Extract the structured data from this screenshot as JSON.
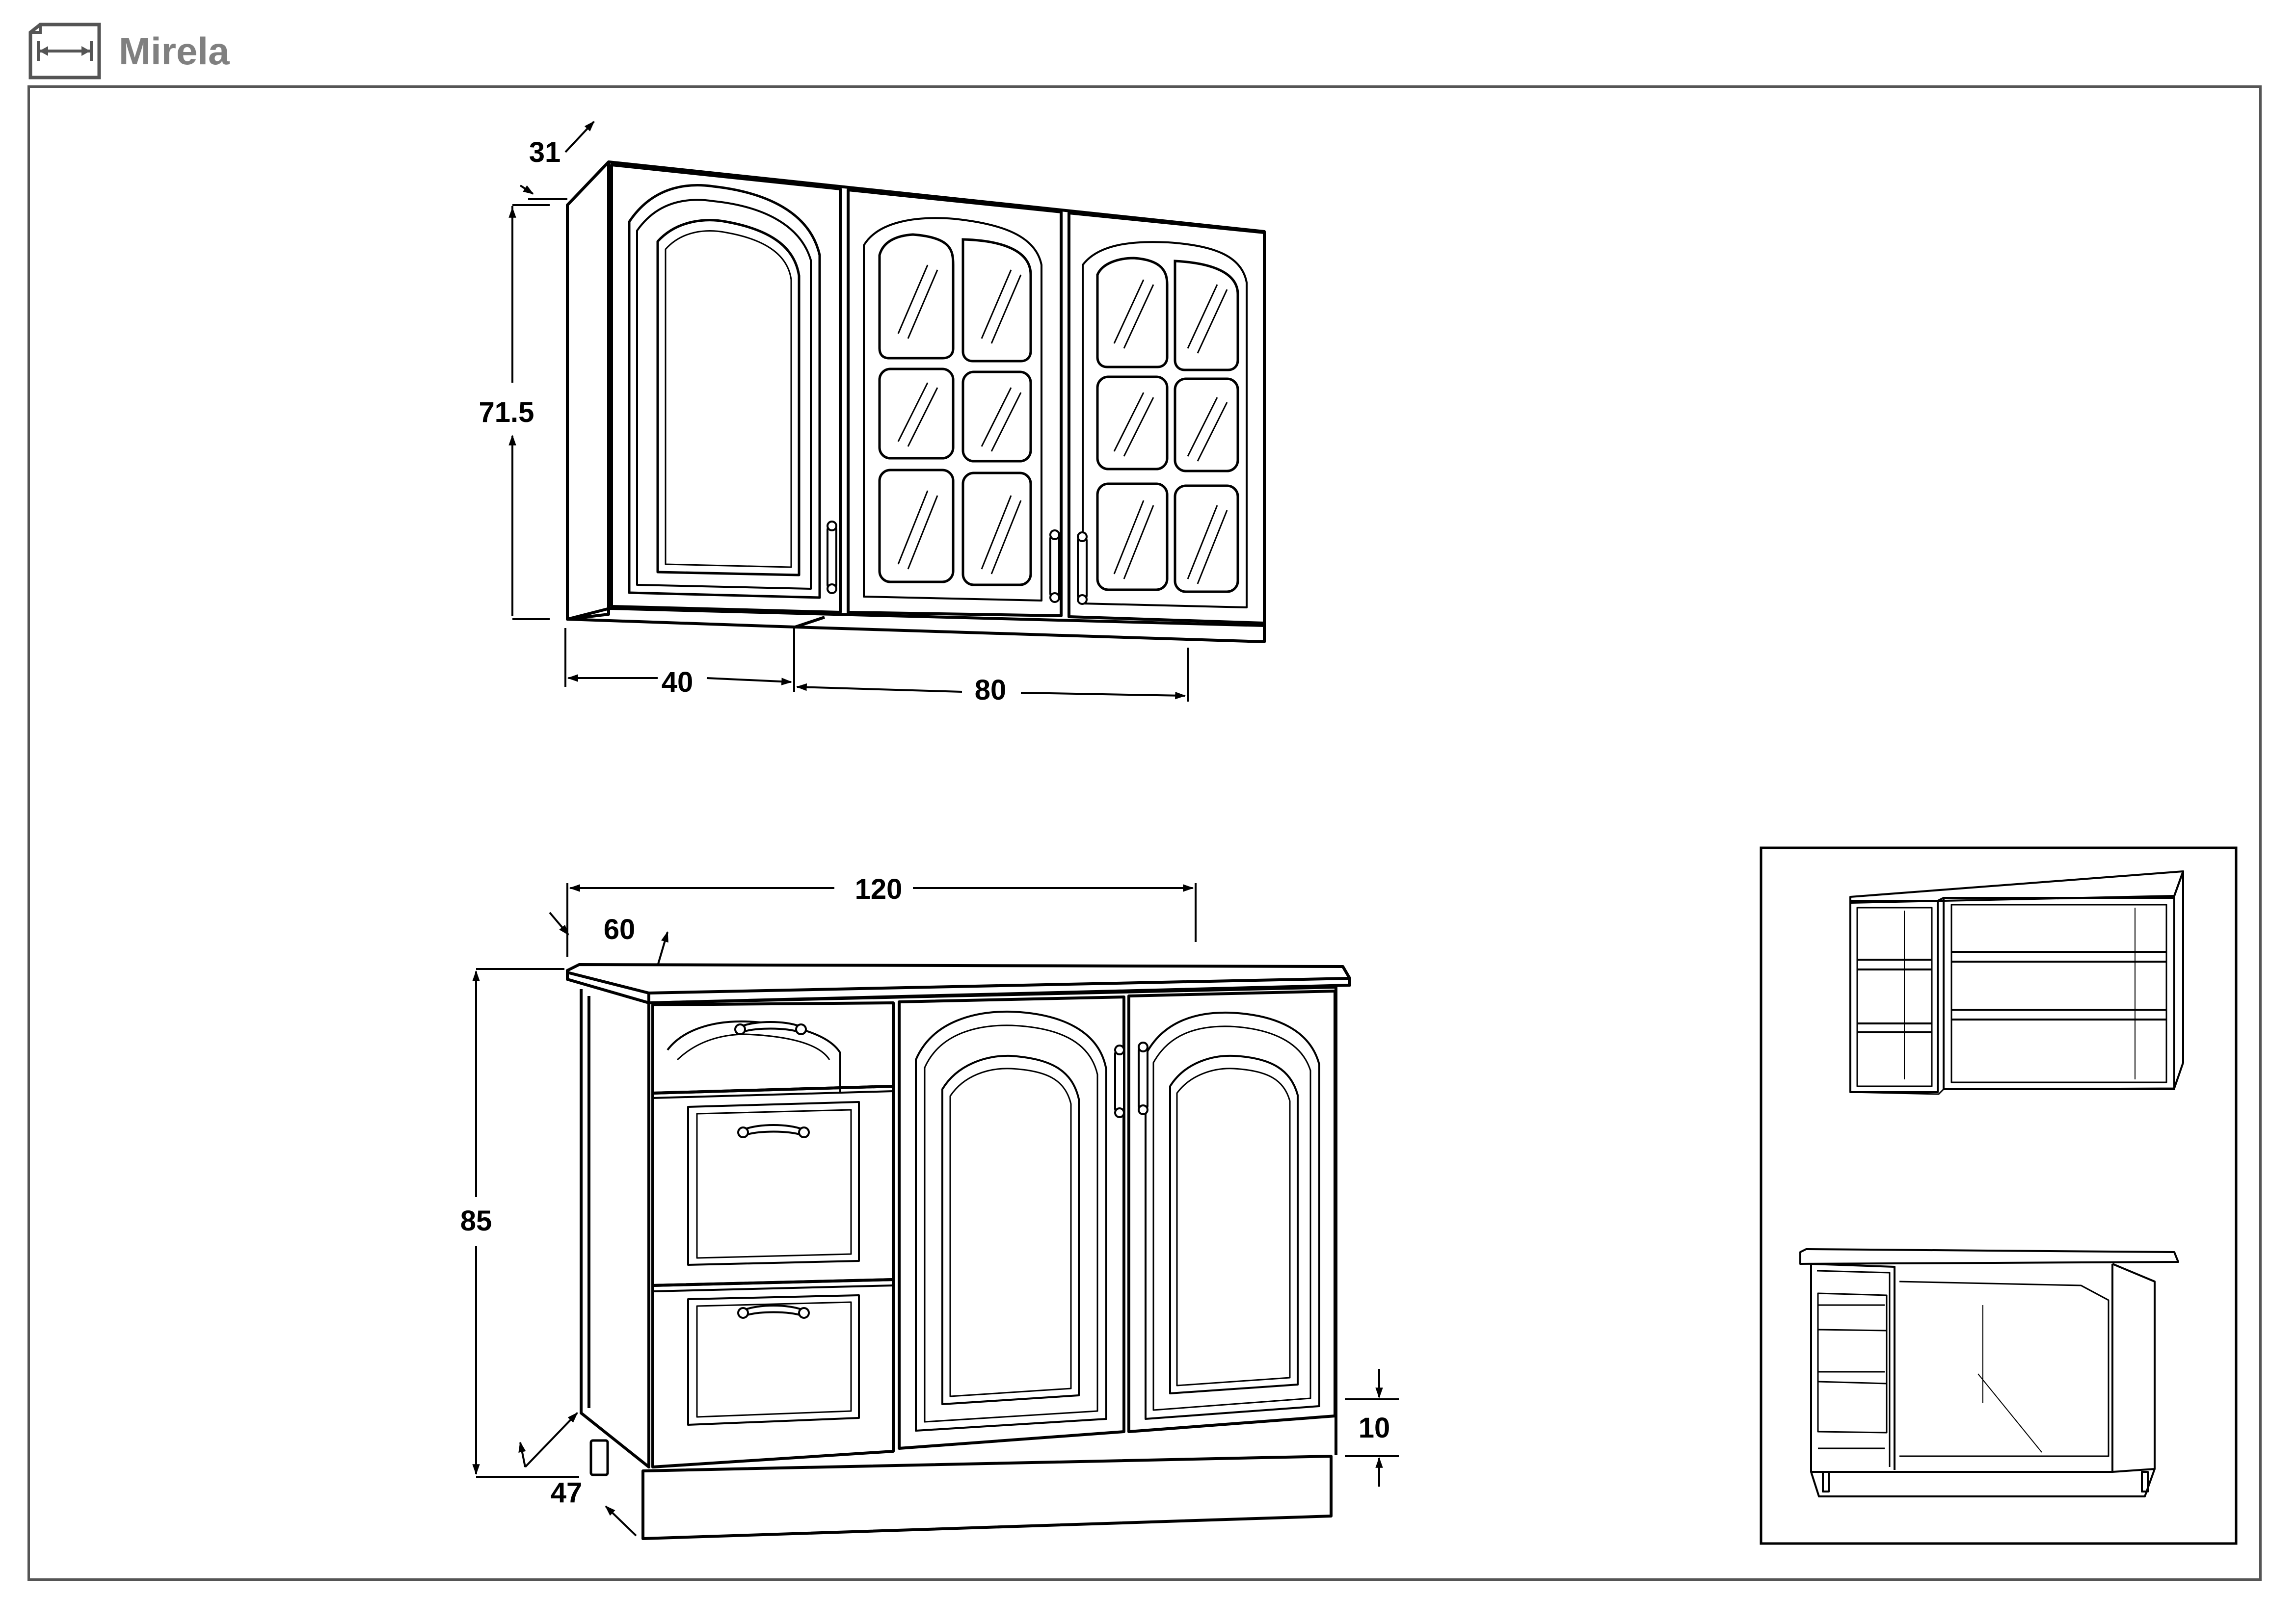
{
  "header": {
    "title": "Mirela",
    "icon": "width-dimension-icon"
  },
  "upper_cabinet": {
    "depth_label": "31",
    "height_label": "71.5",
    "width_left_label": "40",
    "width_right_label": "80"
  },
  "lower_cabinet": {
    "width_label": "120",
    "depth_label": "60",
    "height_label": "85",
    "inner_depth_label": "47",
    "plinth_label": "10"
  },
  "colors": {
    "line": "#000000",
    "header_text": "#808080",
    "frame": "#555555"
  }
}
